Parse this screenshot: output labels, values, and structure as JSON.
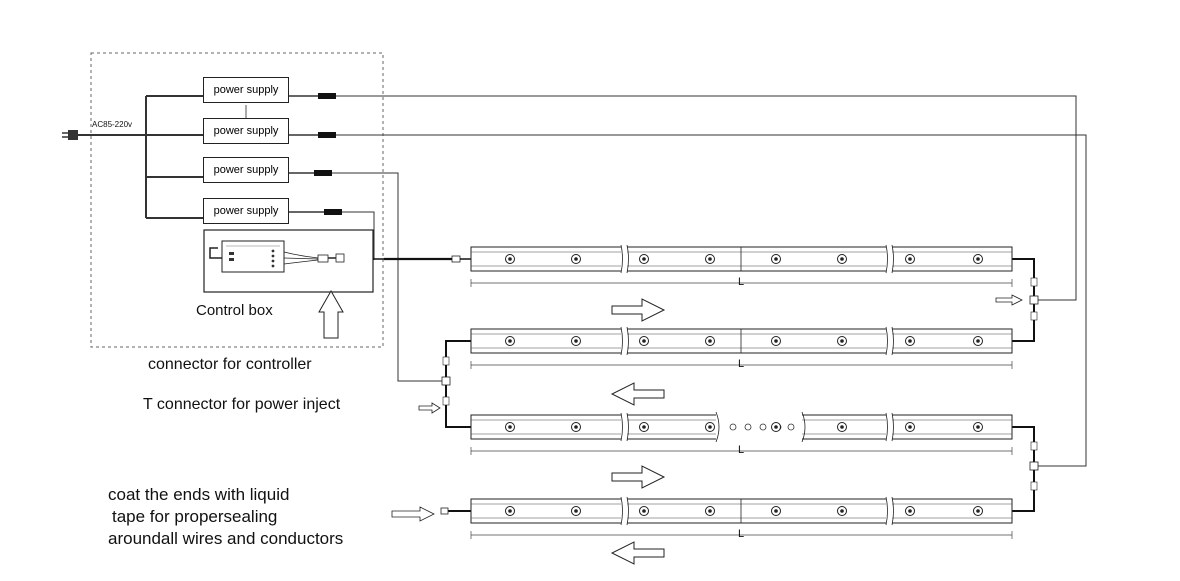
{
  "input_label": "AC85-220v",
  "power_supplies": [
    "power supply",
    "power supply",
    "power supply",
    "power supply"
  ],
  "control_box_label": "Control box",
  "annotations": {
    "controller": "connector for controller",
    "t_connector": "T connector for power inject",
    "sealing": [
      "coat the ends with liquid",
      "tape for propersealing",
      "aroundall wires and conductors"
    ]
  },
  "strip_length_label": "L",
  "strip_count": 4,
  "flow_direction": [
    "right",
    "left",
    "right",
    "left"
  ]
}
